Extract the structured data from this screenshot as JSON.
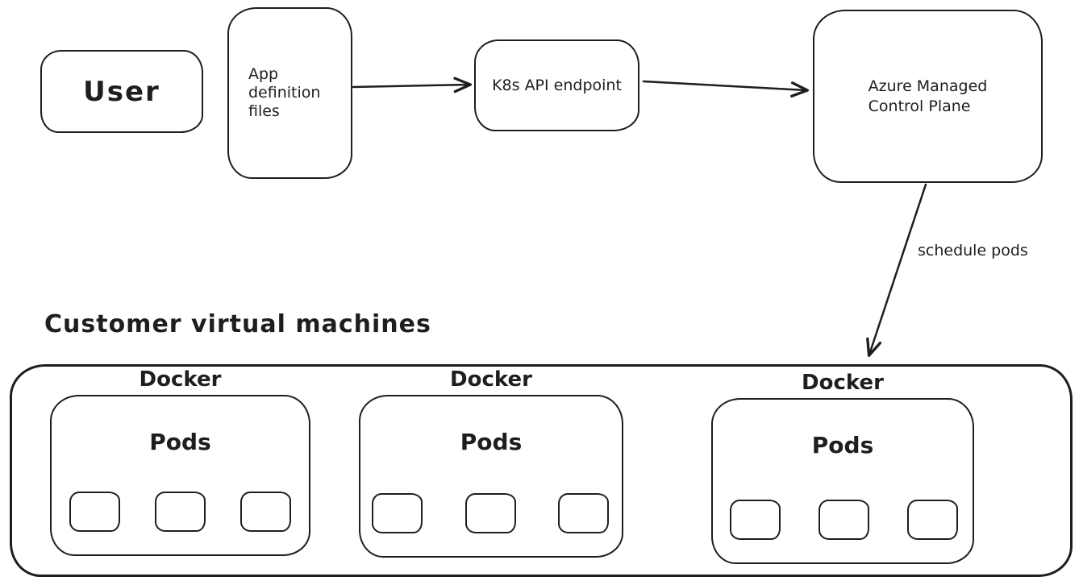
{
  "diagram": {
    "style": "hand-drawn",
    "stroke_color": "#1e1e1e",
    "background_color": "#ffffff"
  },
  "nodes": {
    "user": {
      "label": "User"
    },
    "app_definition": {
      "label": "App\ndefinition\nfiles"
    },
    "k8s_api": {
      "label": "K8s API endpoint"
    },
    "control_plane": {
      "label": "Azure Managed\nControl Plane"
    }
  },
  "edges": {
    "app_to_k8s": {
      "label": ""
    },
    "k8s_to_control_plane": {
      "label": ""
    },
    "schedule_pods": {
      "label": "schedule pods"
    }
  },
  "cluster": {
    "title": "Customer virtual machines",
    "groups": [
      {
        "docker_label": "Docker",
        "pods_label": "Pods",
        "container_count": 3
      },
      {
        "docker_label": "Docker",
        "pods_label": "Pods",
        "container_count": 3
      },
      {
        "docker_label": "Docker",
        "pods_label": "Pods",
        "container_count": 3
      }
    ]
  }
}
